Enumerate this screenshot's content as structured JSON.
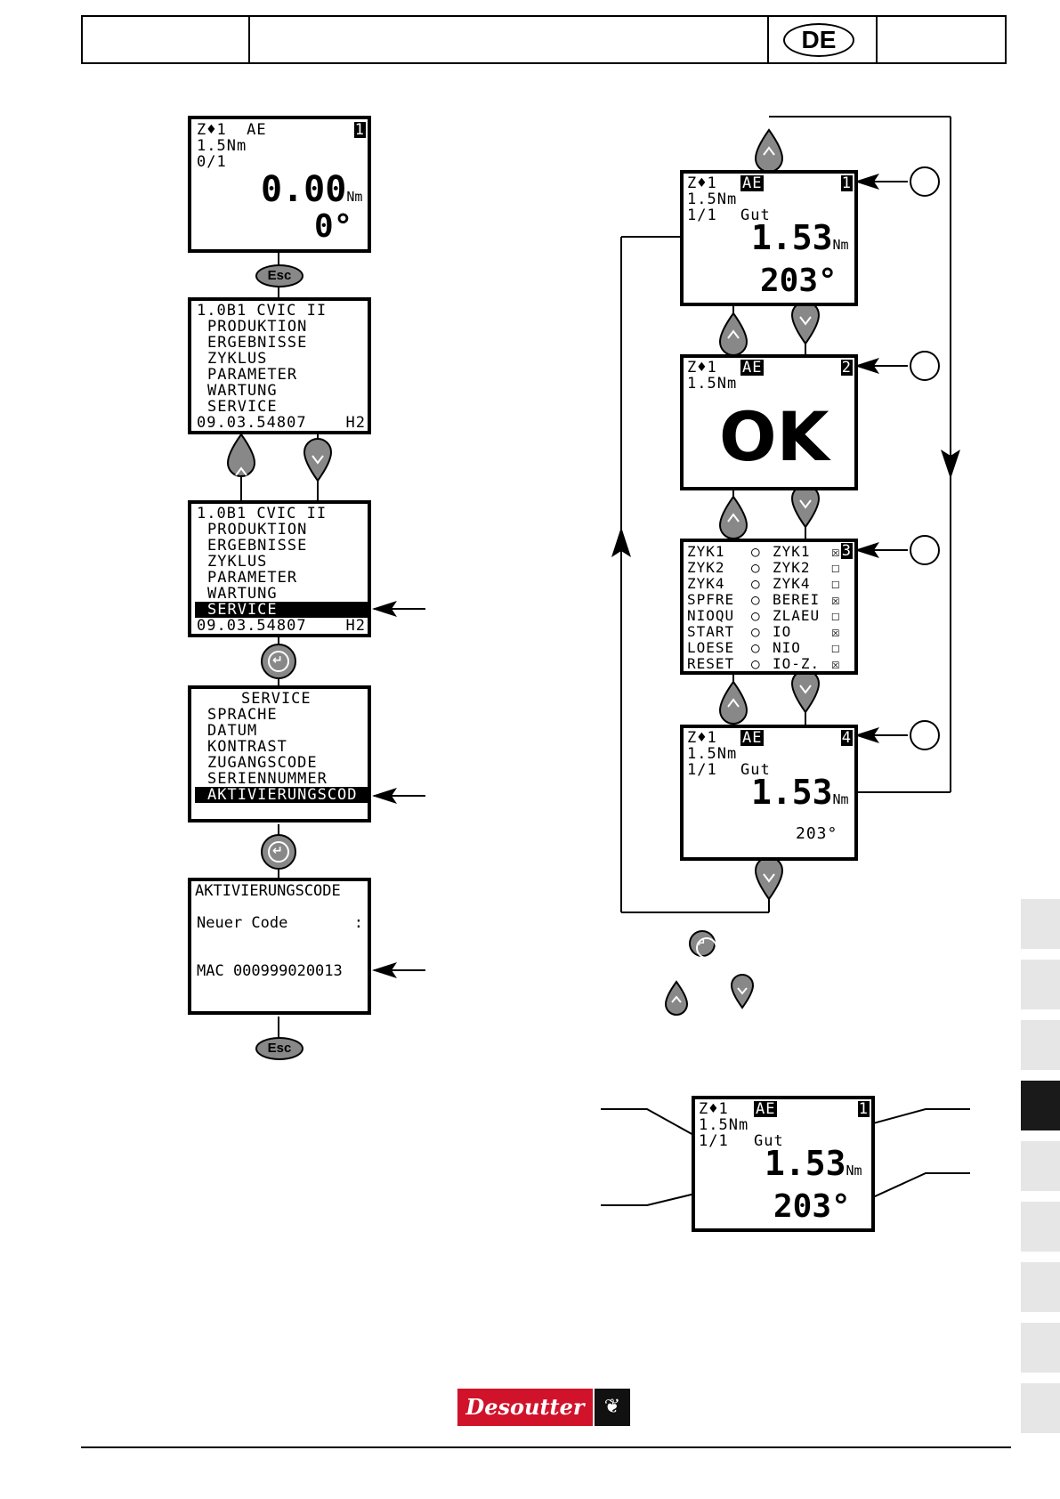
{
  "header": {
    "language_badge": "DE"
  },
  "left_flow": {
    "screen1": {
      "row1": "Z♦1  AE",
      "tool_index": "1",
      "row2": "1.5Nm",
      "row3": "0/1",
      "torque": "0.00",
      "torque_unit": "Nm",
      "angle": "0°"
    },
    "esc_label": "Esc",
    "main_menu": {
      "title": "1.0B1 CVIC II",
      "items": [
        "PRODUKTION",
        "ERGEBNISSE",
        "ZYKLUS",
        "PARAMETER",
        "WARTUNG",
        "SERVICE"
      ],
      "footer_left": "09.03.54807",
      "footer_right": "H2"
    },
    "service_menu": {
      "title": "SERVICE",
      "items": [
        "SPRACHE",
        "DATUM",
        "KONTRAST",
        "ZUGANGSCODE",
        "SERIENNUMMER",
        "AKTIVIERUNGSCOD"
      ]
    },
    "activation": {
      "title": "AKTIVIERUNGSCODE",
      "new_code_label": "Neuer Code",
      "colon": ":",
      "mac": "MAC 000999020013"
    }
  },
  "right_flow": {
    "screen1": {
      "row1_left": "Z♦1",
      "row1_mode": "AE",
      "index": "1",
      "row2": "1.5Nm",
      "row3_count": "1/1",
      "row3_status": "Gut",
      "torque": "1.53",
      "torque_unit": "Nm",
      "angle": "203°"
    },
    "screen2": {
      "row1_left": "Z♦1",
      "row1_mode": "AE",
      "index": "2",
      "row2": "1.5Nm",
      "result": "OK"
    },
    "screen3": {
      "index": "3",
      "rows": [
        {
          "left": "ZYK1",
          "right": "ZYK1",
          "checked": true
        },
        {
          "left": "ZYK2",
          "right": "ZYK2",
          "checked": false
        },
        {
          "left": "ZYK4",
          "right": "ZYK4",
          "checked": false
        },
        {
          "left": "SPFRE",
          "right": "BEREI",
          "checked": true
        },
        {
          "left": "NIOQU",
          "right": "ZLAEU",
          "checked": false
        },
        {
          "left": "START",
          "right": "IO",
          "checked": true
        },
        {
          "left": "LOESE",
          "right": "NIO",
          "checked": false
        },
        {
          "left": "RESET",
          "right": "IO-Z.",
          "checked": true
        }
      ]
    },
    "screen4": {
      "row1_left": "Z♦1",
      "row1_mode": "AE",
      "index": "4",
      "row2": "1.5Nm",
      "row3_count": "1/1",
      "row3_status": "Gut",
      "torque": "1.53",
      "torque_unit": "Nm",
      "angle": "203°"
    }
  },
  "detail_screen": {
    "row1_left": "Z♦1",
    "row1_mode": "AE",
    "index": "1",
    "row2": "1.5Nm",
    "row3_count": "1/1",
    "row3_status": "Gut",
    "torque": "1.53",
    "torque_unit": "Nm",
    "angle": "203°"
  },
  "footer": {
    "logo_text": "Desoutter"
  }
}
